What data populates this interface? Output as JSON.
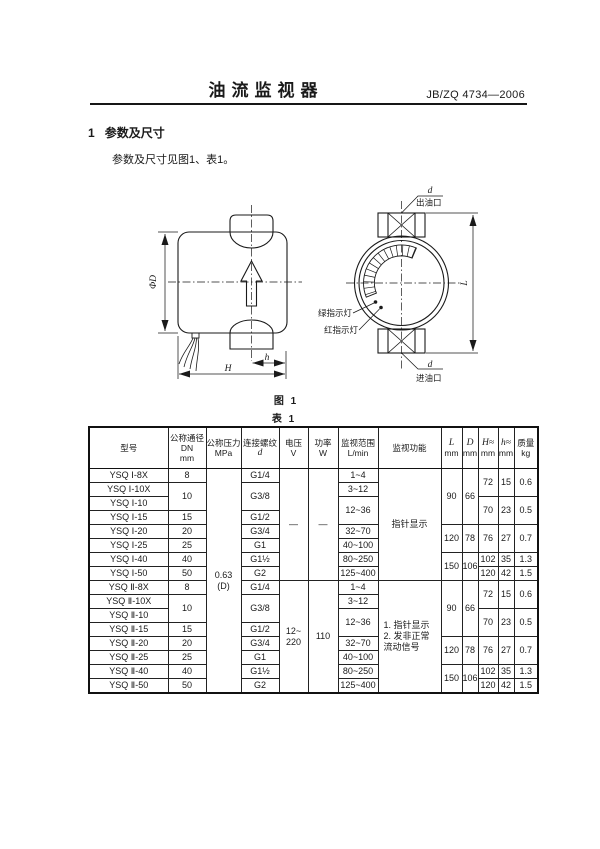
{
  "page": {
    "title": "油流监视器",
    "standard_code": "JB/ZQ 4734—2006",
    "section_no": "1",
    "section_title": "参数及尺寸",
    "intro_text": "参数及尺寸见图1、表1。",
    "figure_caption": "图 1",
    "table_caption": "表 1"
  },
  "figure": {
    "left_view": {
      "dim_diameter": "ΦD",
      "dim_height": "H",
      "dim_port_offset": "h"
    },
    "right_view": {
      "outlet_thread": "d",
      "outlet_label": "出油口",
      "green_light_label": "绿指示灯",
      "red_light_label": "红指示灯",
      "dim_length": "L",
      "inlet_thread": "d",
      "inlet_label": "进油口"
    }
  },
  "table": {
    "headers": [
      {
        "line1": "型号"
      },
      {
        "line1": "公称通径",
        "line2": "DN",
        "line3": "mm"
      },
      {
        "line1": "公称压力",
        "line2": "MPa"
      },
      {
        "line1": "连接螺纹",
        "sym": "d"
      },
      {
        "line1": "电压",
        "line2": "V"
      },
      {
        "line1": "功率",
        "line2": "W"
      },
      {
        "line1": "监视范围",
        "line2": "L/min"
      },
      {
        "line1": "监视功能"
      },
      {
        "sym": "L",
        "line2": "mm"
      },
      {
        "sym": "D",
        "line2": "mm"
      },
      {
        "sym": "H≈",
        "line2": "mm"
      },
      {
        "sym": "h≈",
        "line2": "mm"
      },
      {
        "line1": "质量",
        "line2": "kg"
      }
    ],
    "pressure": "0.63\n(D)",
    "sections": [
      {
        "models": [
          "YSQ Ⅰ-8X",
          "YSQ Ⅰ-10X",
          "YSQ Ⅰ-10",
          "YSQ Ⅰ-15",
          "YSQ Ⅰ-20",
          "YSQ Ⅰ-25",
          "YSQ Ⅰ-40",
          "YSQ Ⅰ-50"
        ],
        "dn": [
          "8",
          "10",
          "15",
          "20",
          "25",
          "40",
          "50"
        ],
        "threads": [
          "G1/4",
          "G3/8",
          "G1/2",
          "G3/4",
          "G1",
          "G1½",
          "G2"
        ],
        "voltage": "—",
        "power": "—",
        "ranges": [
          "1~4",
          "3~12",
          "12~36",
          "32~70",
          "40~100",
          "80~250",
          "125~400"
        ],
        "function": "指针显示",
        "L": [
          "90",
          "120",
          "150"
        ],
        "D": [
          "66",
          "78",
          "106"
        ],
        "H": [
          "72",
          "70",
          "76",
          "102",
          "120"
        ],
        "h": [
          "15",
          "23",
          "27",
          "35",
          "42"
        ],
        "mass": [
          "0.6",
          "0.5",
          "0.7",
          "1.3",
          "1.5"
        ]
      },
      {
        "models": [
          "YSQ Ⅱ-8X",
          "YSQ Ⅱ-10X",
          "YSQ Ⅱ-10",
          "YSQ Ⅱ-15",
          "YSQ Ⅱ-20",
          "YSQ Ⅱ-25",
          "YSQ Ⅱ-40",
          "YSQ Ⅱ-50"
        ],
        "dn": [
          "8",
          "10",
          "15",
          "20",
          "25",
          "40",
          "50"
        ],
        "threads": [
          "G1/4",
          "G3/8",
          "G1/2",
          "G3/4",
          "G1",
          "G1½",
          "G2"
        ],
        "voltage": "12~\n220",
        "power": "110",
        "ranges": [
          "1~4",
          "3~12",
          "12~36",
          "32~70",
          "40~100",
          "80~250",
          "125~400"
        ],
        "function": "1. 指针显示\n2. 发非正常\n流动信号",
        "L": [
          "90",
          "120",
          "150"
        ],
        "D": [
          "66",
          "78",
          "106"
        ],
        "H": [
          "72",
          "70",
          "76",
          "102",
          "120"
        ],
        "h": [
          "15",
          "23",
          "27",
          "35",
          "42"
        ],
        "mass": [
          "0.6",
          "0.5",
          "0.7",
          "1.3",
          "1.5"
        ]
      }
    ]
  }
}
